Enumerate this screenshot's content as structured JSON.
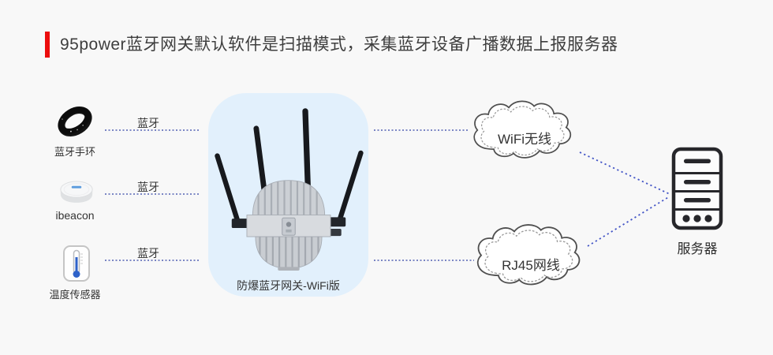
{
  "header": {
    "title": "95power蓝牙网关默认软件是扫描模式，采集蓝牙设备广播数据上报服务器"
  },
  "left_devices": [
    {
      "name": "bluetooth-bracelet",
      "label": "蓝牙手环",
      "connection_label": "蓝牙",
      "icon": "bracelet-icon"
    },
    {
      "name": "ibeacon",
      "label": "ibeacon",
      "connection_label": "蓝牙",
      "icon": "ibeacon-icon"
    },
    {
      "name": "temperature-sensor",
      "label": "温度传感器",
      "connection_label": "蓝牙",
      "icon": "thermometer-icon"
    }
  ],
  "gateway": {
    "label": "防爆蓝牙网关-WiFi版",
    "icon": "gateway-device-icon"
  },
  "uplinks": [
    {
      "name": "wifi",
      "label": "WiFi无线",
      "icon": "wifi-cloud-icon"
    },
    {
      "name": "rj45",
      "label": "RJ45网线",
      "icon": "rj45-cloud-icon"
    }
  ],
  "server": {
    "label": "服务器",
    "icon": "server-tower-icon"
  },
  "colors": {
    "accent_red": "#ec0c0c",
    "panel_blue": "#e2f0fc",
    "dotted_link": "#7b86c4",
    "diagonal_link": "#4355c6",
    "text_dark": "#3e3e3e",
    "text_label": "#333333",
    "page_bg": "#f8f8f8"
  }
}
